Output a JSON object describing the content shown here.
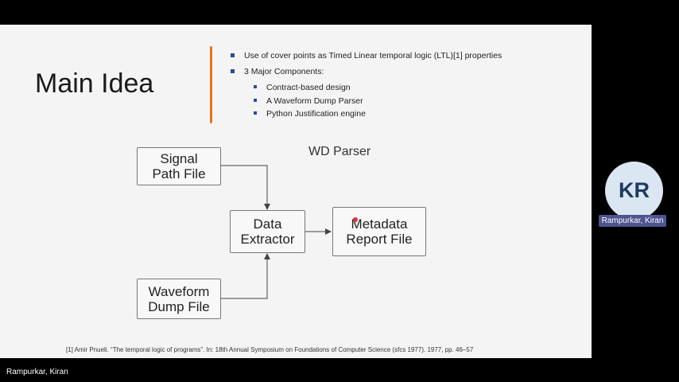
{
  "slide": {
    "title": "Main Idea",
    "bullets": [
      {
        "text": "Use of cover points as Timed Linear temporal logic (LTL)[1] properties"
      },
      {
        "text": "3 Major Components:"
      }
    ],
    "sub_bullets": [
      {
        "text": "Contract-based design"
      },
      {
        "text": "A Waveform Dump Parser"
      },
      {
        "text": "Python Justification engine"
      }
    ],
    "accent_color": "#e8721c",
    "bullet_color": "#2c4a99",
    "diagram": {
      "title": "WD Parser",
      "boxes": {
        "signal_path": [
          "Signal",
          "Path File"
        ],
        "waveform_dump": [
          "Waveform",
          "Dump File"
        ],
        "data_extractor": [
          "Data",
          "Extractor"
        ],
        "metadata_report": [
          "Metadata",
          "Report File"
        ]
      }
    },
    "footnote": "[1] Amir Pnueli. “The temporal logic of programs”. In: 18th Annual Symposium on Foundations of Computer Science (sfcs 1977). 1977, pp. 46–57"
  },
  "participant": {
    "initials": "KR",
    "name": "Rampurkar, Kiran",
    "avatar_bg": "#dbe6f3",
    "name_bg": "#4d5490"
  },
  "presenter": {
    "name": "Rampurkar, Kiran"
  }
}
